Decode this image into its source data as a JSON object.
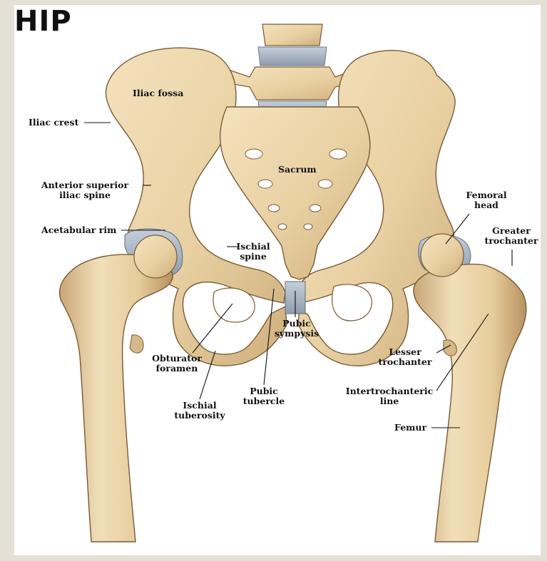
{
  "title": "HIP",
  "colors": {
    "background": "#e5e0d6",
    "panel": "#ffffff",
    "bone": "#ecd7ae",
    "bone_shadow": "#c8a575",
    "bone_outline": "#7a5a35",
    "cartilage": "#a9b6c4",
    "label_text": "#111111",
    "leader_line": "#111111"
  },
  "labels": {
    "iliac_fossa": "Iliac fossa",
    "iliac_crest": "Iliac crest",
    "anterior_superior_iliac_spine": "Anterior superior\niliac spine",
    "acetabular_rim": "Acetabular rim",
    "sacrum": "Sacrum",
    "ischial_spine": "Ischial\nspine",
    "obturator_foramen": "Obturator\nforamen",
    "ischial_tuberosity": "Ischial\ntuberosity",
    "pubic_tubercle": "Pubic\ntubercle",
    "pubic_symphysis": "Pubic\nsympysis",
    "femoral_head": "Femoral\nhead",
    "greater_trochanter": "Greater\ntrochanter",
    "lesser_trochanter": "Lesser\ntrochanter",
    "intertrochanteric_line": "Intertrochanteric\nline",
    "femur": "Femur"
  }
}
